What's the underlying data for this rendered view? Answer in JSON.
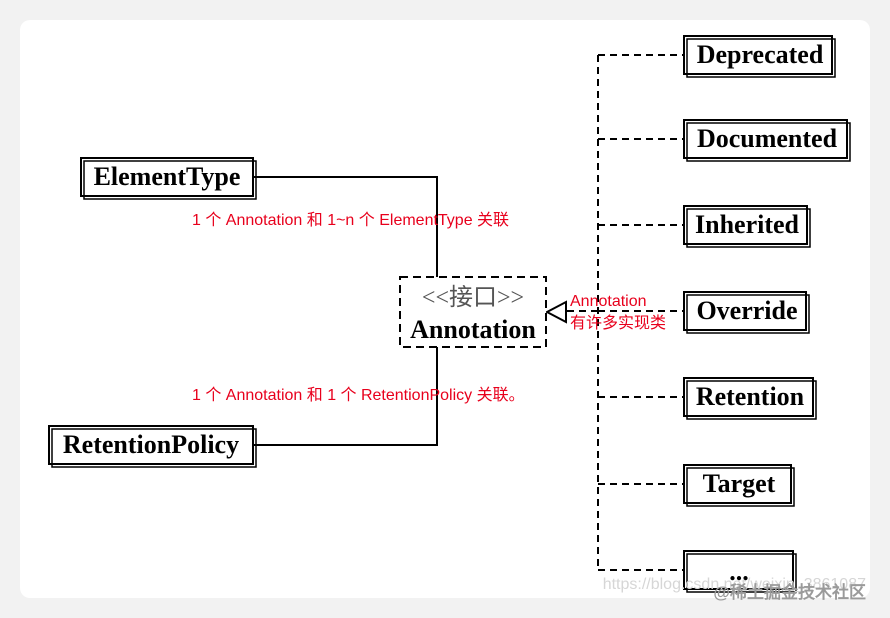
{
  "diagram": {
    "interface": {
      "stereotype": "<<接口>>",
      "name": "Annotation"
    },
    "left_boxes": [
      "ElementType",
      "RetentionPolicy"
    ],
    "right_boxes": [
      "Deprecated",
      "Documented",
      "Inherited",
      "Override",
      "Retention",
      "Target",
      "..."
    ],
    "notes": {
      "element_type": "1 个 Annotation 和 1~n 个 ElementType 关联",
      "retention_policy": "1 个 Annotation 和 1 个 RetentionPolicy 关联。",
      "implementations_line1": "Annotation",
      "implementations_line2": "有许多实现类"
    }
  },
  "footer": {
    "watermark": "https://blog.csdn.net/weixin_3861087",
    "author": "@稀土掘金技术社区"
  },
  "colors": {
    "note": "#e8001c",
    "line": "#000000",
    "background": "#ffffff"
  }
}
